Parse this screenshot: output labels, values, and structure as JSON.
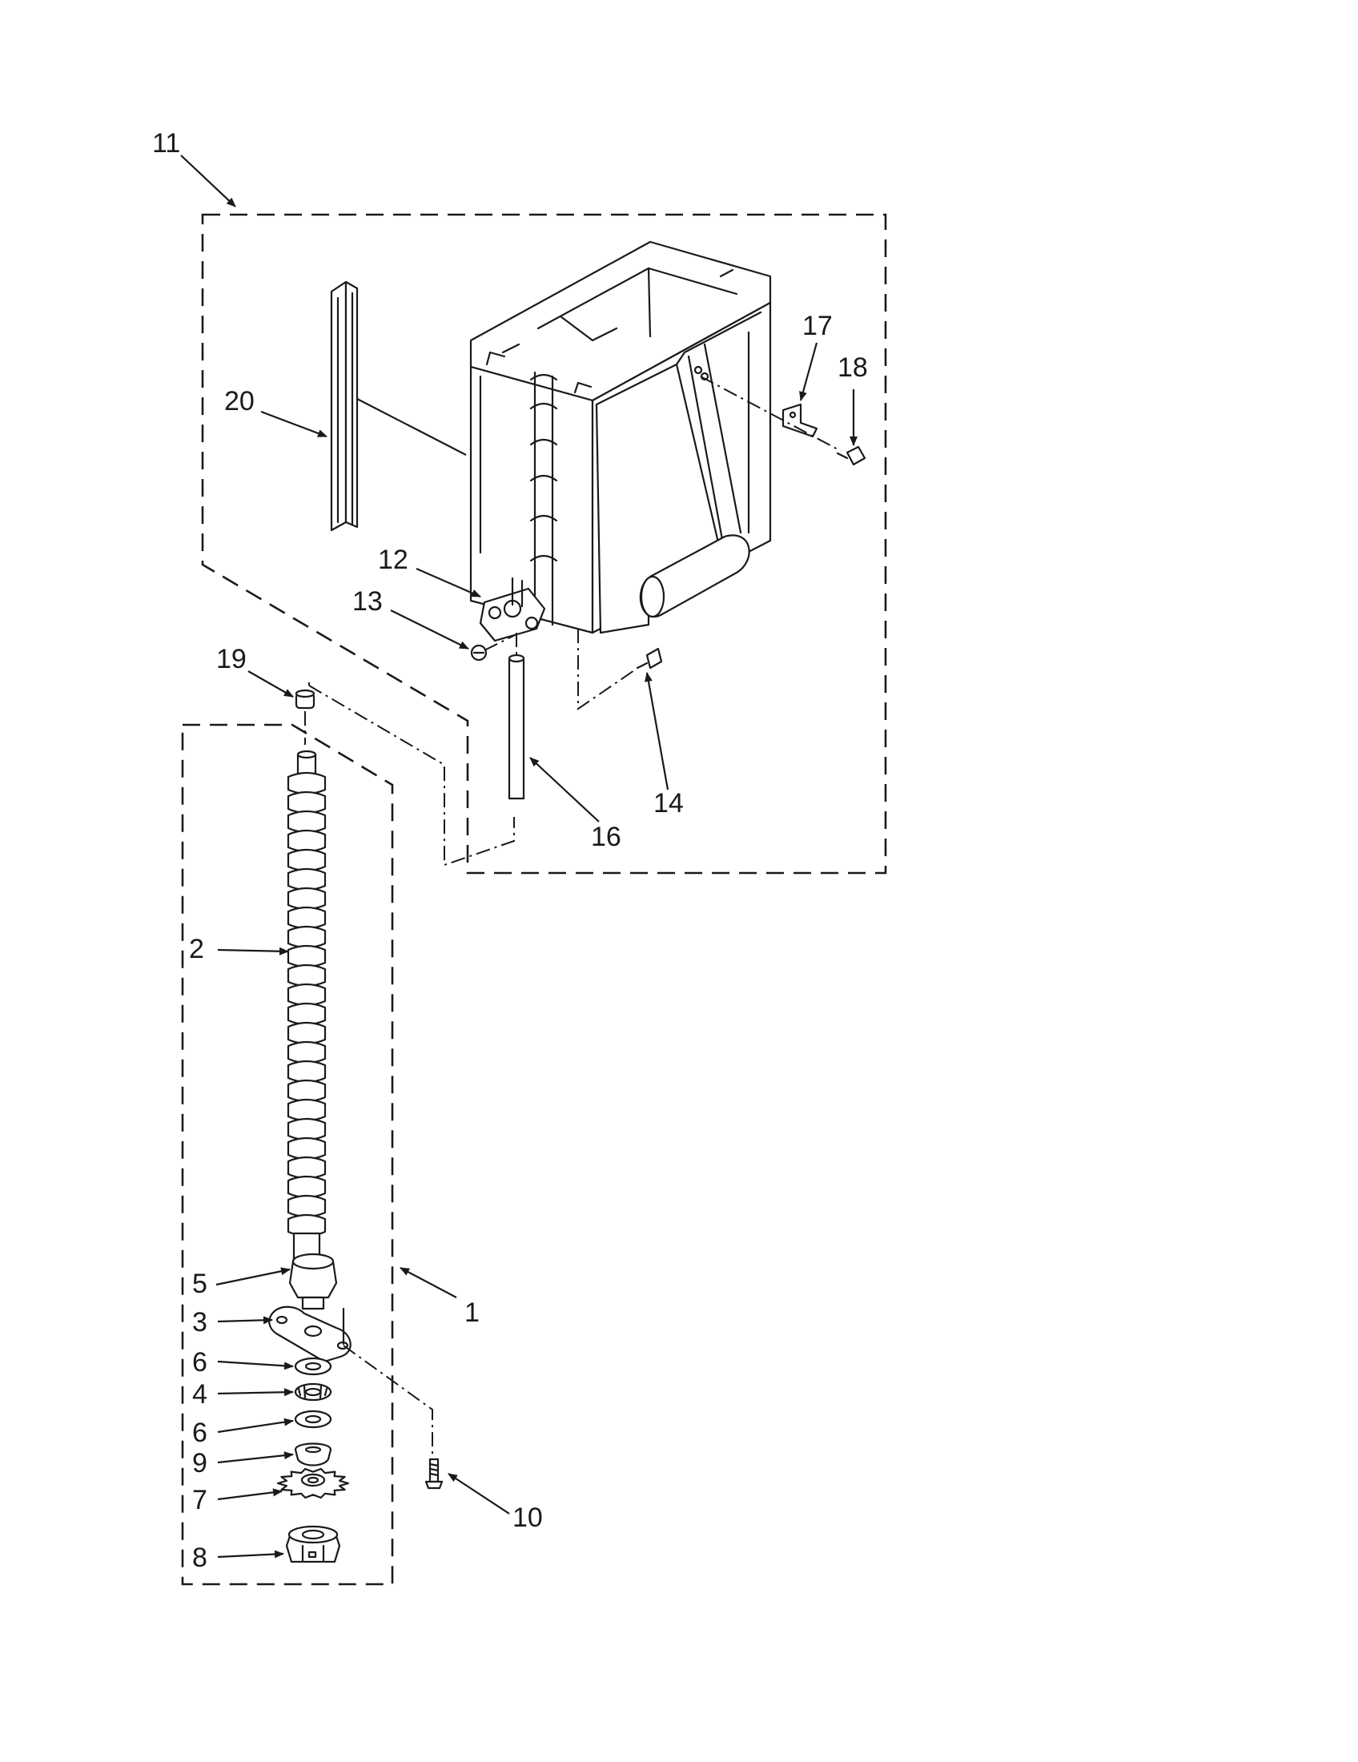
{
  "callouts": {
    "c1": "1",
    "c2": "2",
    "c3": "3",
    "c4": "4",
    "c5": "5",
    "c6a": "6",
    "c6b": "6",
    "c7": "7",
    "c8": "8",
    "c9": "9",
    "c10": "10",
    "c11": "11",
    "c12": "12",
    "c13": "13",
    "c14": "14",
    "c16": "16",
    "c17": "17",
    "c18": "18",
    "c19": "19",
    "c20": "20"
  },
  "colors": {
    "ink": "#1a1a1a",
    "paper": "#ffffff"
  }
}
